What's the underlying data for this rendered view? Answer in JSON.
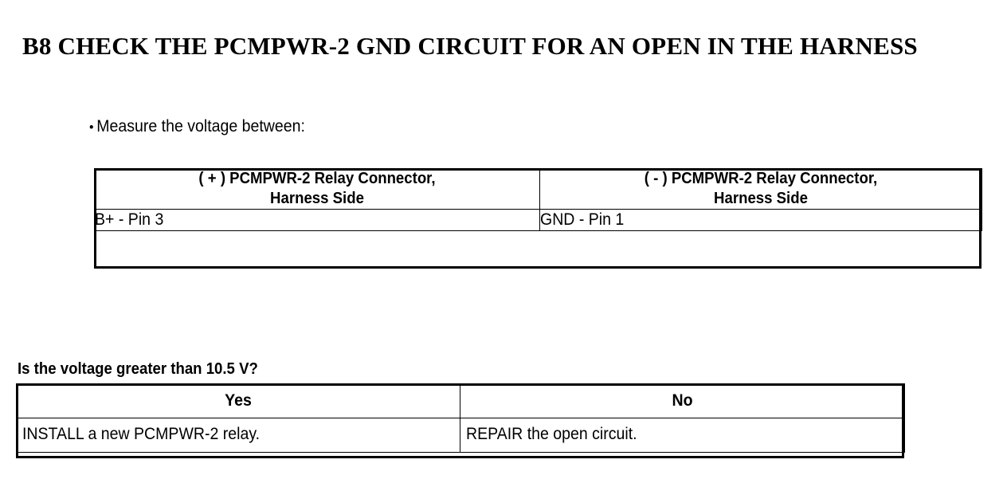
{
  "page": {
    "title": "B8 CHECK THE PCMPWR-2 GND CIRCUIT FOR AN OPEN IN THE HARNESS",
    "instruction_bullet": "•",
    "instruction": "Measure the voltage between:",
    "question": "Is the voltage greater than 10.5 V?"
  },
  "measurement_table": {
    "headers": [
      "( + ) PCMPWR-2 Relay Connector, Harness Side",
      "( - ) PCMPWR-2 Relay Connector, Harness Side"
    ],
    "header_lines": [
      [
        "( + ) PCMPWR-2 Relay Connector,",
        "Harness Side"
      ],
      [
        "( - ) PCMPWR-2 Relay Connector,",
        "Harness Side"
      ]
    ],
    "rows": [
      [
        "B+ - Pin 3",
        "GND - Pin 1"
      ]
    ]
  },
  "decision_table": {
    "headers": [
      "Yes",
      "No"
    ],
    "rows": [
      [
        "INSTALL a new PCMPWR-2 relay.",
        "REPAIR the open circuit."
      ]
    ]
  },
  "colors": {
    "background": "#ffffff",
    "text": "#000000",
    "border": "#000000"
  }
}
